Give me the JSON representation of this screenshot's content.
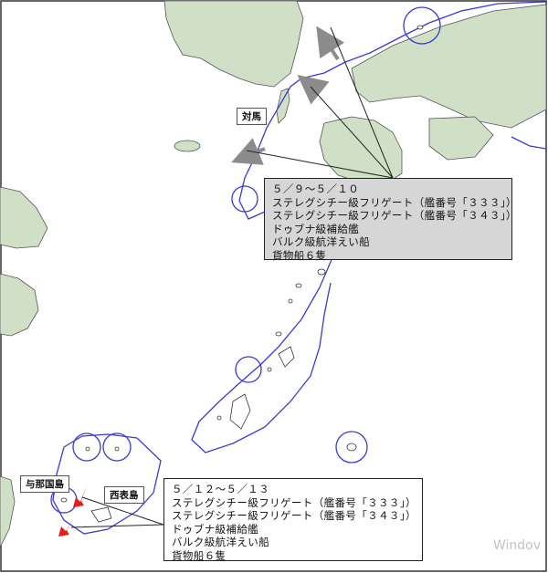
{
  "labels": {
    "tsushima": "対馬",
    "yonaguni": "与那国島",
    "iriomote": "西表島"
  },
  "box1": {
    "lines": [
      "５／９～５／１０",
      "ステレグシチー級フリゲート（艦番号「３３３」）",
      "ステレグシチー級フリゲート（艦番号「３４３」）",
      "ドゥブナ級補給艦",
      "バルク級航洋えい船",
      "貨物船６隻"
    ]
  },
  "box2": {
    "lines": [
      "５／１２～５／１３",
      "ステレグシチー級フリゲート（艦番号「３３３」）",
      "ステレグシチー級フリゲート（艦番号「３４３」）",
      "ドゥブナ級補給艦",
      "バルク級航洋えい船",
      "貨物船６隻"
    ]
  },
  "watermark": "Windov",
  "colors": {
    "land": "#cfe0c6",
    "boundary_line": "#3a3ad0",
    "box1_fill": "#d6d6d6",
    "track_arrow_gray": "#8c8c8c",
    "track_arrow_red": "#e0201c"
  }
}
